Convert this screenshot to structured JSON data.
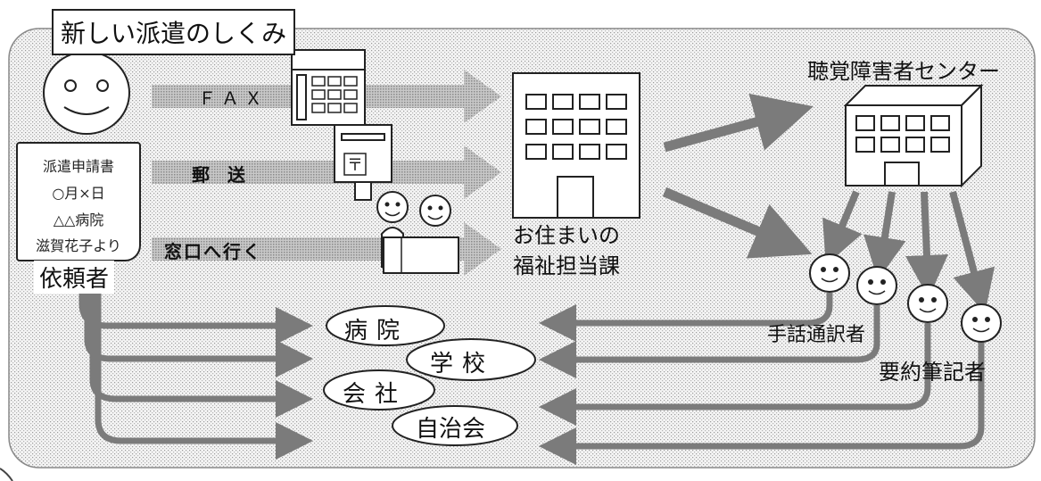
{
  "title": "新しい派遣のしくみ",
  "requester_label": "依頼者",
  "form_lines": [
    "派遣申請書",
    "○月×日",
    "△△病院",
    "滋賀花子より"
  ],
  "methods": [
    "ＦＡＸ",
    "郵送",
    "窓口へ行く"
  ],
  "welfare_office": [
    "お住まいの",
    "福祉担当課"
  ],
  "center": "聴覚障害者センター",
  "interpreter": "手話通訳者",
  "summary_writer": "要約筆記者",
  "destinations": [
    "病院",
    "学校",
    "会社",
    "自治会"
  ],
  "icons": [
    "smiley-face-icon",
    "fax-machine-icon",
    "post-box-icon",
    "reception-desk-icon",
    "building-icon"
  ]
}
